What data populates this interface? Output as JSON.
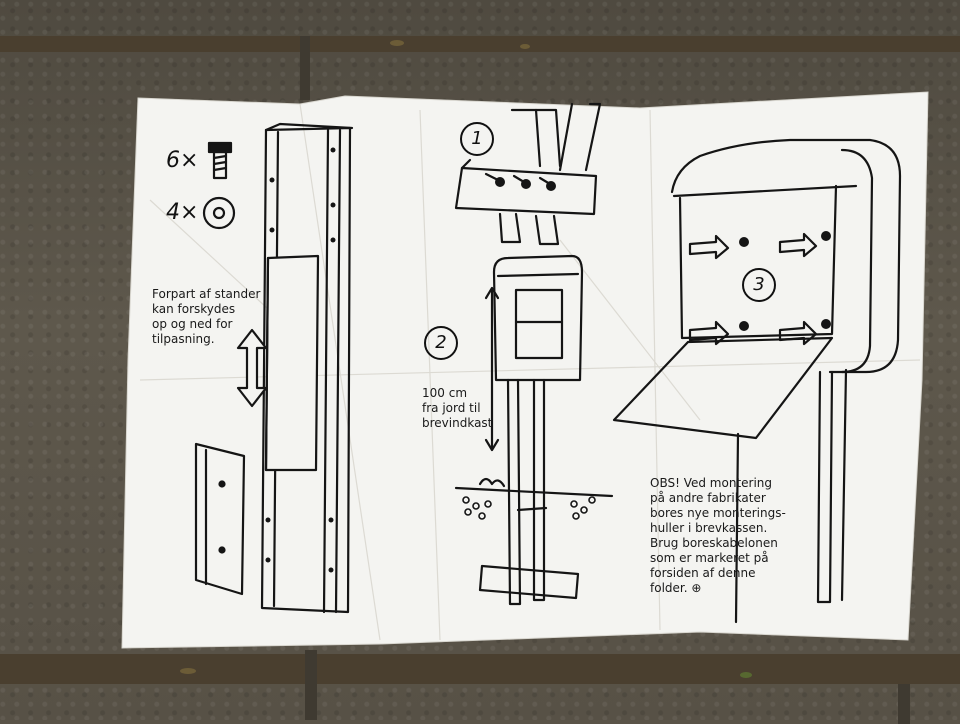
{
  "scene": {
    "colors": {
      "paper": "#f4f4f1",
      "ink": "#151515",
      "pavement": "#5a5448"
    }
  },
  "parts": {
    "bolt_count": "6×",
    "washer_count": "4×",
    "bolt_icon": "bolt-icon",
    "washer_icon": "washer-icon"
  },
  "labels": {
    "adjust_note": "Forpart af stander\nkan forskydes\nop og ned for\ntilpasning.",
    "height_note": "100 cm\nfra jord til\nbrevindkast",
    "obs_note": "OBS! Ved montering\npå andre fabrikater\nbores nye monterings-\nhuller i brevkassen.\nBrug boreskabelonen\nsom er markeret på\nforsiden af denne\nfolder. ⊕"
  },
  "steps": [
    "1",
    "2",
    "3"
  ]
}
